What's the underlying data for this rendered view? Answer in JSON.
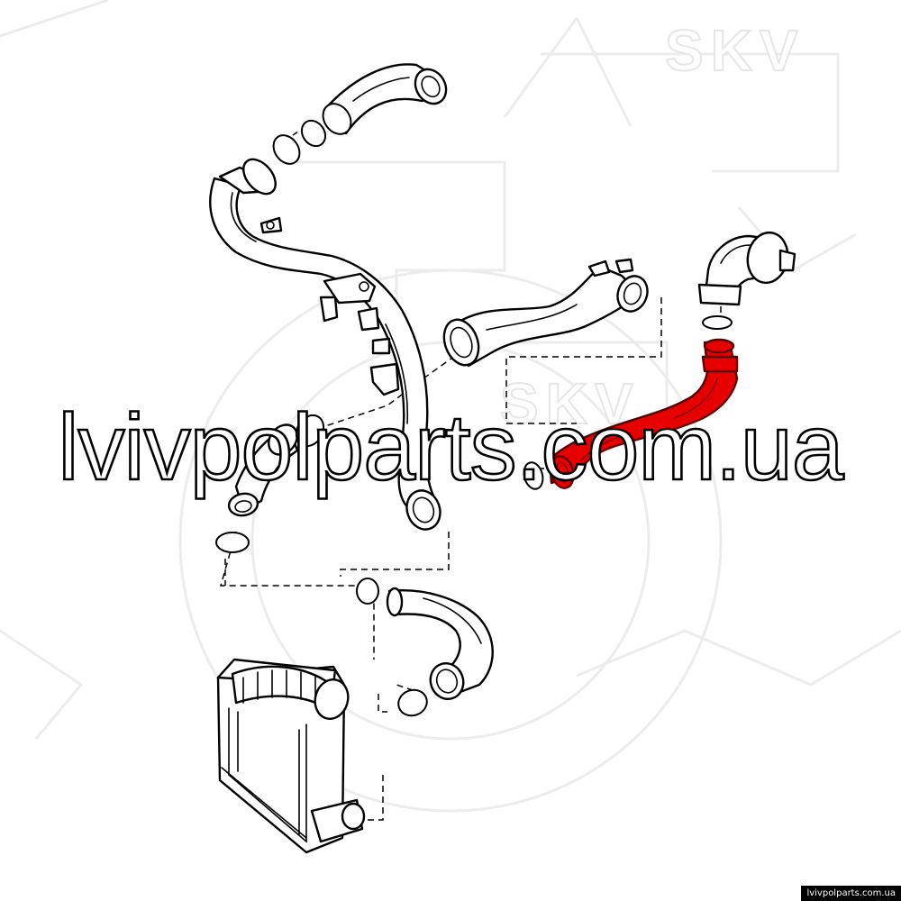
{
  "watermark": {
    "brand": "SKV",
    "url": "lvivpolparts.com.ua"
  },
  "footer": {
    "site": "lvivpolparts.com.ua"
  },
  "colors": {
    "highlight": "#e60000",
    "line": "#000000",
    "background": "#ffffff",
    "watermark": "#e6e6e6"
  }
}
